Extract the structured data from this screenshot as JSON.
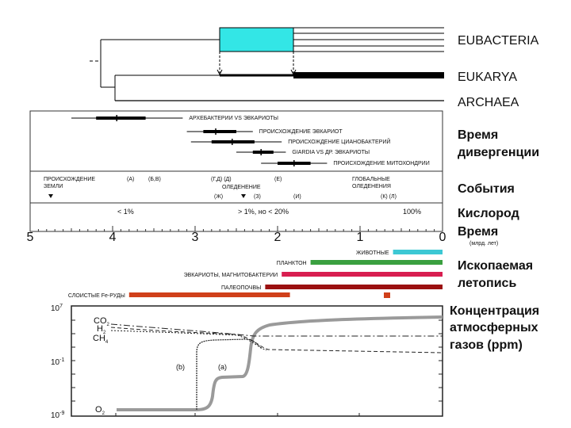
{
  "tree": {
    "eubacteria": "EUBACTERIA",
    "eukarya": "EUKARYA",
    "archaea": "ARCHAEA",
    "box_color": "#33e6e6"
  },
  "divergence": {
    "label1": "Время",
    "label2": "дивергенции",
    "items": [
      {
        "label": "АРХЕБАКТЕРИИ VS ЭВКАРИОТЫ",
        "min": 4.5,
        "lo": 4.2,
        "mid": 3.95,
        "hi": 3.6,
        "max": 3.15
      },
      {
        "label": "ПРОИСХОЖДЕНИЕ ЭВКАРИОТ",
        "min": 3.1,
        "lo": 2.9,
        "mid": 2.75,
        "hi": 2.5,
        "max": 2.3
      },
      {
        "label": "ПРОИСХОЖДЕНИЕ ЦИАНОБАКТЕРИЙ",
        "min": 3.05,
        "lo": 2.8,
        "mid": 2.55,
        "hi": 2.28,
        "max": 1.95
      },
      {
        "label": "GIARDIA VS ДР. ЭВКАРИОТЫ",
        "min": 2.5,
        "lo": 2.3,
        "mid": 2.2,
        "hi": 2.05,
        "max": 1.9
      },
      {
        "label": "ПРОИСХОЖДЕНИЕ МИТОХОНДРИИ",
        "min": 2.2,
        "lo": 2.0,
        "mid": 1.8,
        "hi": 1.6,
        "max": 1.4
      }
    ]
  },
  "events": {
    "label": "События",
    "earth": [
      "ПРОИСХОЖДЕНИЕ",
      "ЗЕМЛИ"
    ],
    "a": "(А)",
    "b": "(Б,В)",
    "gd": "(Г,Д) (Д)",
    "glaciation": "ОЛЕДЕНЕНИЕ",
    "zh": "(Ж)",
    "z": "(З)",
    "e": "(Е)",
    "i": "(И)",
    "global": [
      "ГЛОБАЛЬНЫЕ",
      "ОЛЕДЕНЕНИЯ"
    ],
    "kl": "(К) (Л)"
  },
  "oxygen": {
    "label": "Кислород",
    "low": "< 1%",
    "mid": "> 1%, но < 20%",
    "high": "100%"
  },
  "axis": {
    "label": "Время",
    "unit": "(млрд. лет)",
    "ticks": [
      "5",
      "4",
      "3",
      "2",
      "1",
      "0"
    ]
  },
  "fossil": {
    "label1": "Ископаемая",
    "label2": "летопись",
    "items": [
      {
        "label": "ЖИВОТНЫЕ",
        "start": 0.6,
        "end": 0,
        "color": "#3cc8d4"
      },
      {
        "label": "ПЛАНКТОН",
        "start": 1.6,
        "end": 0,
        "color": "#3aa040"
      },
      {
        "label": "ЭВКАРИОТЫ, МАГНИТОБАКТЕРИИ",
        "start": 1.95,
        "end": 0,
        "color": "#d81e50"
      },
      {
        "label": "ПАЛЕОПОЧВЫ",
        "start": 2.15,
        "end": 0,
        "color": "#9b1010"
      },
      {
        "label": "СЛОИСТЫЕ Fe-РУДЫ",
        "start": 3.8,
        "end": 1.85,
        "color": "#d0401a"
      }
    ]
  },
  "gases": {
    "label1": "Концентрация",
    "label2": "атмосферных",
    "label3": "газов (ppm)",
    "y_top": "10",
    "y_top_exp": "7",
    "y_mid": "10",
    "y_mid_exp": "-1",
    "y_bot": "10",
    "y_bot_exp": "-9",
    "co2": "CO",
    "h2": "H",
    "ch4": "CH",
    "o2": "O",
    "sub2": "2",
    "sub4": "4",
    "curve_a": "(a)",
    "curve_b": "(b)"
  }
}
